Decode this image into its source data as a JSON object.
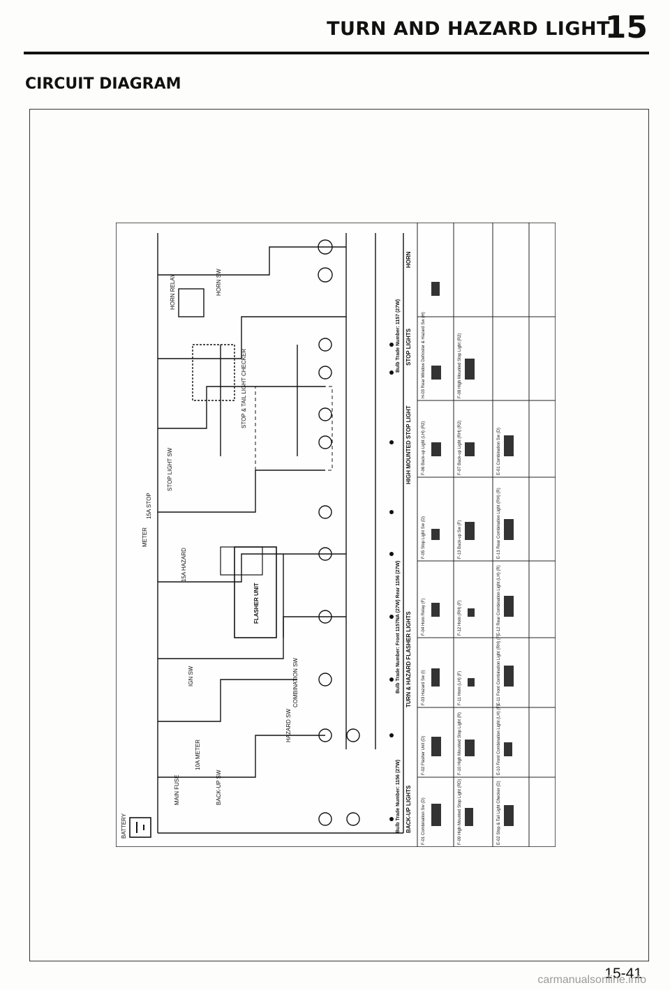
{
  "header": {
    "title": "TURN AND HAZARD LIGHT",
    "section_number": "15"
  },
  "section_title": "CIRCUIT DIAGRAM",
  "footer": {
    "page_number": "15-41",
    "watermark": "carmanualsonline.info"
  },
  "diagram": {
    "components": {
      "battery": "BATTERY",
      "main_fuse": "MAIN FUSE",
      "flasher": "FLASHER UNIT",
      "ign_sw": "IGN SW",
      "combination_sw": "COMBINATION SW",
      "hazard_sw": "HAZARD SW",
      "backup_sw": "BACK-UP SW",
      "horn_relay": "HORN RELAY",
      "horn_sw": "HORN SW",
      "stop_light_sw": "STOP LIGHT SW",
      "stop_checker": "STOP & TAIL LIGHT CHECKER",
      "meter": "METER",
      "fuse_stop": "15A STOP",
      "fuse_hazard": "15A HAZARD",
      "fuse_meter": "10A METER"
    },
    "circuits": {
      "backup": "BACK-UP LIGHTS",
      "turn": "TURN & HAZARD FLASHER LIGHTS",
      "high_stop": "HIGH MOUNTED STOP LIGHT",
      "stop": "STOP LIGHTS",
      "horn": "HORN"
    },
    "bulbs": {
      "backup": "Bulb Trade Number: 1156 (27W)",
      "turn": "Bulb Trade Number: Front 1157NA (27W) Rear 1156 (27W)",
      "stop": "Bulb Trade Number: 1157 (27W)"
    },
    "connectors": [
      "F-01 Combination Sw (D)",
      "F-09 High Mounted Stop Light (RD)",
      "E-02 Stop & Tail Light Checker (D)",
      "F-02 Flasher Unit (D)",
      "F-10 High Mounted Stop Light (R)",
      "E-10 Front Combination Light (LH) (F)",
      "F-03 Hazard Sw (I)",
      "F-11 Horn (LH) (F)",
      "E-11 Front Combination Light (RH) (F)",
      "F-04 Horn Relay (F)",
      "F-12 Horn (RH) (F)",
      "E-12 Rear Combination Light (LH) (R)",
      "F-05 Stop Light Sw (D)",
      "F-13 Back-up Sw (F)",
      "E-13 Rear Combination Light (RH) (R)",
      "F-06 Back-up Light (LH) (R2)",
      "F-07 Back-up Light (RH) (R2)",
      "E-01 Combination Sw (D)",
      "H-03 Rear Window Defroster & Hazard Sw (H)",
      "F-08 High Mounted Stop Light (R2)"
    ]
  }
}
